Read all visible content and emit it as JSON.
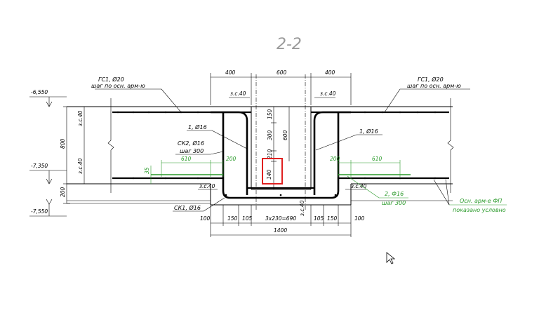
{
  "title": "2-2",
  "levels": [
    "-6,550",
    "-7,350",
    "-7,550"
  ],
  "callouts": {
    "gs1_left": [
      "ГС1, Ø20",
      "шаг по осн. арм-ю"
    ],
    "gs1_right": [
      "ГС1, Ø20",
      "шаг по осн. арм-ю"
    ],
    "bar1_left": "1, Ø16",
    "bar1_right": "1, Ø16",
    "sk2": [
      "СК2, Ø16",
      "шаг 300"
    ],
    "sk1": "СК1, Ø16",
    "bar2": [
      "2, Ф16",
      "шаг 300"
    ],
    "main_fp": [
      "Осн. арм-е ФП",
      "показано условно"
    ]
  },
  "cover": {
    "top_left": "з.с.40",
    "top_right": "з.с.40",
    "side_left_top": "з.с.40",
    "side_left_bottom": "з.с.40",
    "bottom_left": "з.с.40",
    "bottom_right": "з.с.40",
    "bottom_center": "з.с.40"
  },
  "dims": {
    "top": [
      "400",
      "600",
      "400"
    ],
    "left": [
      "800",
      "200"
    ],
    "inner_v": [
      "150",
      "300",
      "600",
      "210",
      "140"
    ],
    "green_h": [
      "610",
      "200",
      "200",
      "610"
    ],
    "green_v": "35",
    "bottom": [
      "100",
      "150",
      "105",
      "3x230=690",
      "105",
      "150",
      "100"
    ],
    "total": "1400"
  }
}
